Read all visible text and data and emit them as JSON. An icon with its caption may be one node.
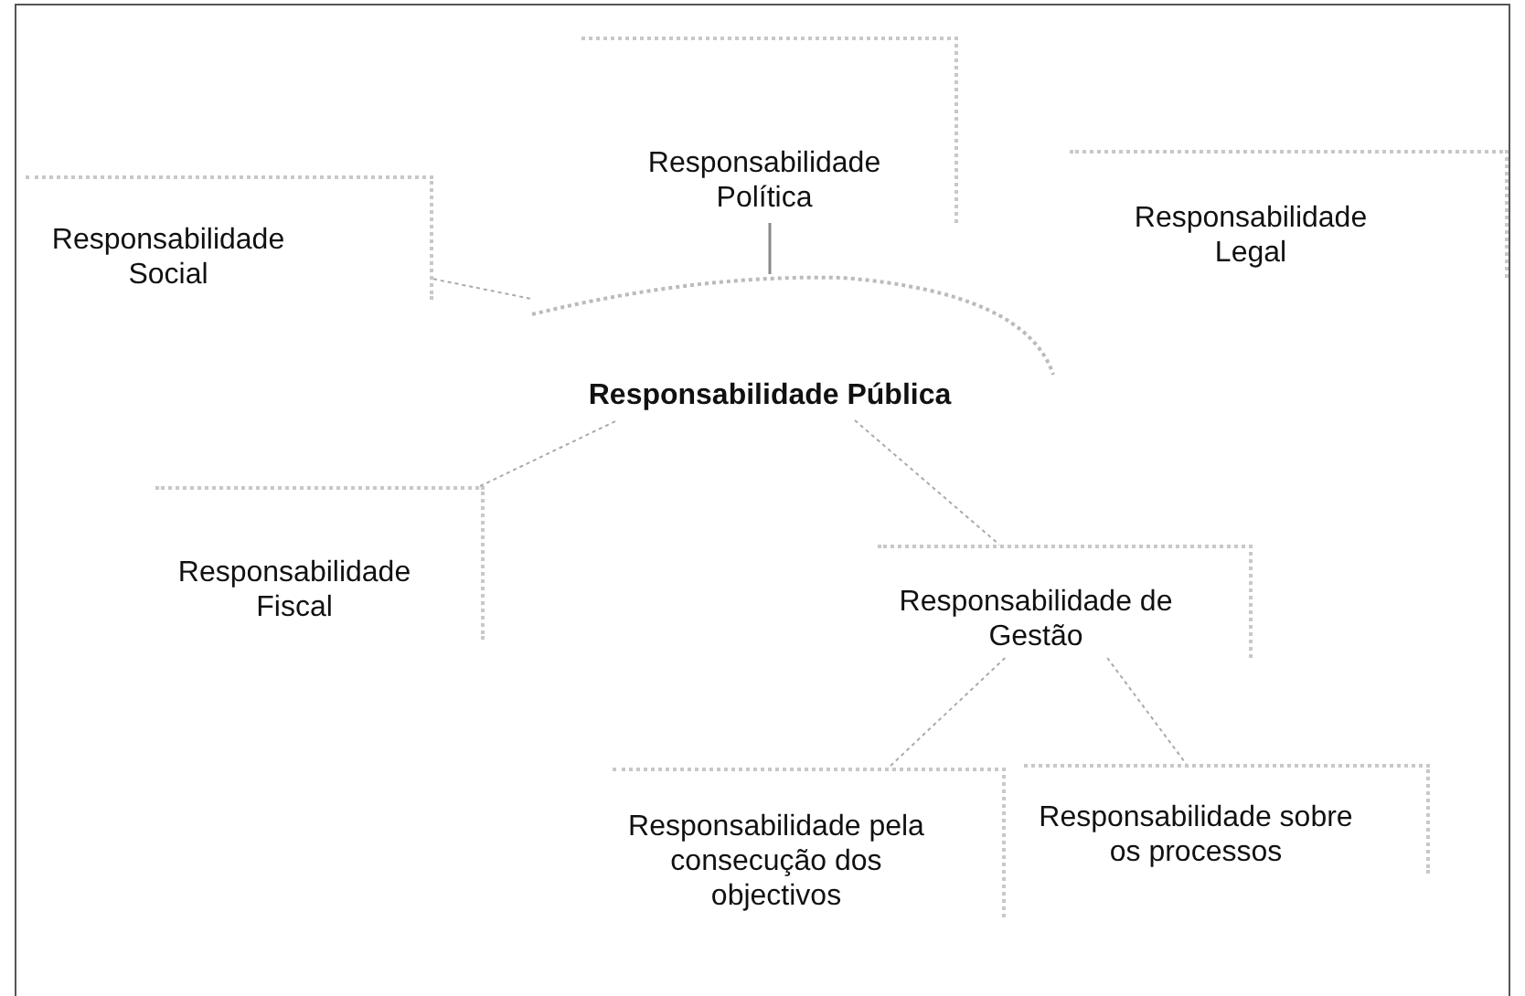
{
  "diagram": {
    "nodes": [
      {
        "text": [
          "Responsabilidade Política"
        ]
      },
      {
        "text": [
          "Responsabilidade Social"
        ]
      },
      {
        "text": [
          "Responsabilidade Legal"
        ]
      },
      {
        "text": [
          "Responsabilidade Pública"
        ]
      },
      {
        "text": [
          "Responsabilidade Fiscal"
        ]
      },
      {
        "text": [
          "Responsabilidade de Gestão"
        ]
      },
      {
        "text": [
          "Responsabilidade pela consecução dos objectivos"
        ]
      },
      {
        "text": [
          "Responsabilidade sobre os processos"
        ]
      }
    ],
    "edges": [
      {
        "from": 0,
        "to": 3,
        "arrow": "none"
      },
      {
        "from": 1,
        "to": 3,
        "arrow": "none",
        "style": "dashed"
      },
      {
        "from": 4,
        "to": 3,
        "arrow": "none",
        "style": "dashed"
      },
      {
        "from": 3,
        "to": 5,
        "arrow": "none",
        "style": "dashed"
      },
      {
        "from": 5,
        "to": 6,
        "arrow": "none",
        "style": "dashed"
      },
      {
        "from": 5,
        "to": 7,
        "arrow": "none",
        "style": "dashed"
      }
    ]
  }
}
